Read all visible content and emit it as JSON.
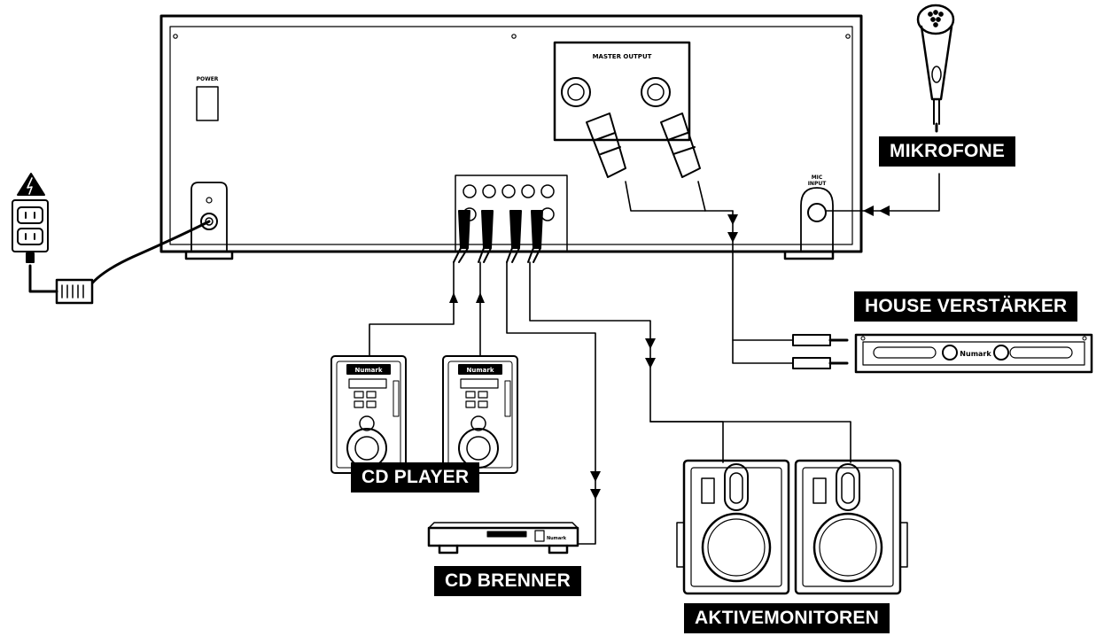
{
  "labels": {
    "mikrofone": "MIKROFONE",
    "house_amp": "HOUSE VERSTÄRKER",
    "cd_player": "CD PLAYER",
    "cd_burner": "CD BRENNER",
    "active_monitors": "AKTIVEMONITOREN"
  },
  "panel_text": {
    "master_output": "MASTER OUTPUT",
    "power": "POWER",
    "mic_input_line1": "MIC",
    "mic_input_line2": "INPUT"
  },
  "device_text": {
    "cd_player_brand": "Numark",
    "amp_brand": "Numark",
    "burner_brand": "Numark"
  },
  "icons": {
    "warning": "high-voltage-warning-icon",
    "outlet": "power-outlet-icon",
    "microphone": "microphone-icon"
  }
}
